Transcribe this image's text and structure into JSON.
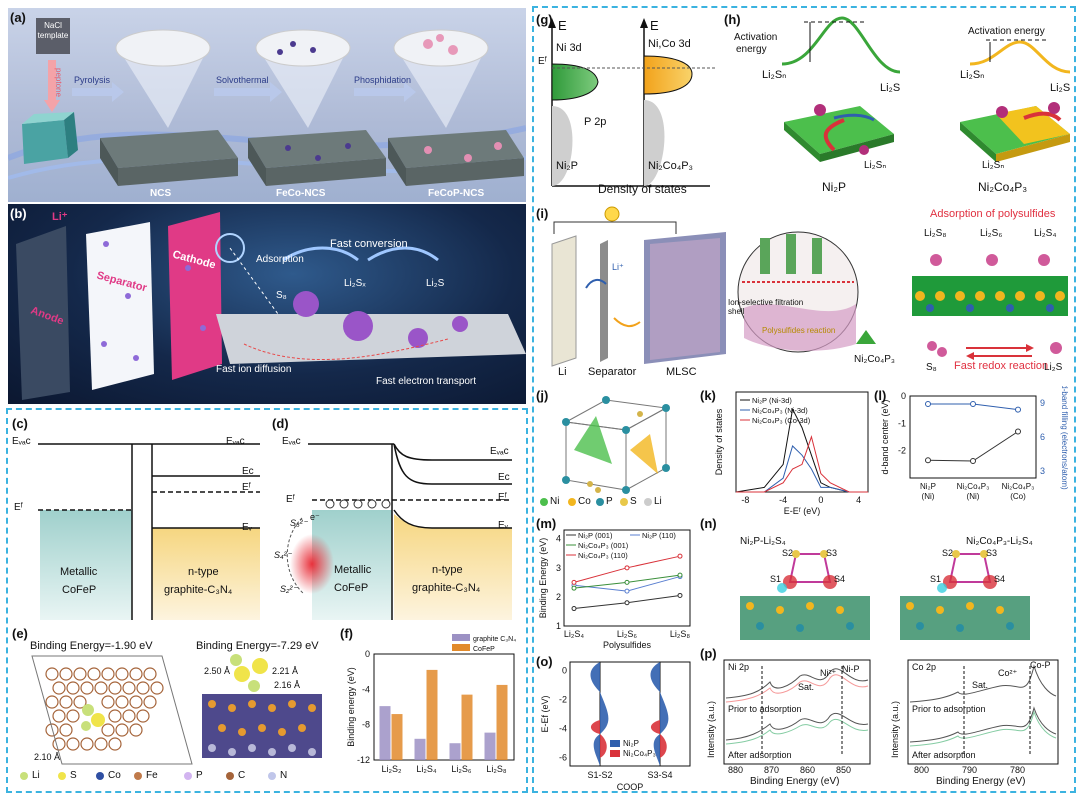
{
  "panels": {
    "a": {
      "label": "(a)",
      "template": "NaCl template",
      "peptone": "peptone",
      "steps": [
        "Pyrolysis",
        "Solvothermal",
        "Phosphidation"
      ],
      "products": [
        "NCS",
        "FeCo-NCS",
        "FeCoP-NCS"
      ]
    },
    "b": {
      "label": "(b)",
      "li": "Li⁺",
      "separator": "Separator",
      "cathode": "Cathode",
      "anode": "Anode",
      "adsorption": "Adsorption",
      "fast_conversion": "Fast conversion",
      "s8": "S₈",
      "li2sx": "Li₂Sₓ",
      "li2s": "Li₂S",
      "ion": "Fast ion diffusion",
      "electron": "Fast electron transport"
    },
    "c": {
      "label": "(c)",
      "evac_l": "Eᵥₐᴄ",
      "evac_r": "Eᵥₐᴄ",
      "ec": "Eᴄ",
      "ef_r": "Eᶠ",
      "ef_l": "Eᶠ",
      "ev": "Eᵥ",
      "metal": "Metallic",
      "metal2": "CoFeP",
      "ntype": "n-type",
      "ntype2": "graphite-C₃N₄"
    },
    "d": {
      "label": "(d)",
      "evac_l": "Eᵥₐᴄ",
      "evac_r": "Eᵥₐᴄ",
      "ec": "Eᴄ",
      "ef_l": "Eᶠ",
      "ef_r": "Eᶠ",
      "ev": "Eᵥ",
      "e": "e⁻",
      "metal": "Metallic",
      "metal2": "CoFeP",
      "ntype": "n-type",
      "ntype2": "graphite-C₃N₄",
      "s1": "S₆²⁻",
      "s2": "S₄²⁻",
      "s3": "S₂²⁻"
    },
    "e": {
      "label": "(e)",
      "be1": "Binding Energy=-1.90 eV",
      "be2": "Binding Energy=-7.29 eV",
      "d1": "2.10 Å",
      "d2": "2.50 Å",
      "d3": "2.21 Å",
      "d4": "2.16 Å",
      "legend": [
        "Li",
        "S",
        "Co",
        "Fe",
        "P",
        "C",
        "N"
      ]
    },
    "f": {
      "label": "(f)"
    },
    "g": {
      "label": "(g)",
      "e1": "E",
      "e2": "E",
      "ni3d": "Ni 3d",
      "nico3d": "Ni,Co 3d",
      "ef": "Eᶠ",
      "p2p": "P 2p",
      "ni2p": "Ni₂P",
      "nico": "Ni₂Co₄P₃",
      "dos": "Density of states"
    },
    "h": {
      "label": "(h)",
      "act1": "Activation",
      "act1b": "energy",
      "act2": "Activation energy",
      "li2sn1": "Li₂Sₙ",
      "li2s1": "Li₂S",
      "li2sn2": "Li₂Sₙ",
      "li2s2": "Li₂S",
      "li2sn3": "Li₂Sₙ",
      "li2sn4": "Li₂Sₙ",
      "cap1": "Ni₂P",
      "cap2": "Ni₂Co₄P₃"
    },
    "i": {
      "label": "(i)",
      "li": "Li",
      "sep": "Separator",
      "mlsc": "MLSC",
      "li_plus": "Li⁺",
      "shell": "Ion-selective filtration shell",
      "poly": "Polysulfides reaction",
      "cat": "Ni₂Co₄P₃",
      "ads_title": "Adsorption of polysulfides",
      "s8": "Li₂S₈",
      "s6": "Li₂S₆",
      "s4": "Li₂S₄",
      "s8b": "S₈",
      "redox": "Fast redox reaction",
      "li2s": "Li₂S"
    },
    "j": {
      "label": "(j)",
      "legend": [
        "Ni",
        "Co",
        "P",
        "S",
        "Li"
      ]
    },
    "k": {
      "label": "(k)"
    },
    "l": {
      "label": "(l)"
    },
    "m": {
      "label": "(m)"
    },
    "n": {
      "label": "(n)",
      "t1": "Ni₂P-Li₂S₄",
      "t2": "Ni₂Co₄P₃-Li₂S₄",
      "s": [
        "S2",
        "S3",
        "S1",
        "S4"
      ]
    },
    "o": {
      "label": "(o)"
    },
    "p": {
      "label": "(p)",
      "ni": "Ni 2p",
      "co": "Co 2p",
      "sat": "Sat.",
      "ni2": "Ni²⁺",
      "nip": "Ni-P",
      "co2": "Co²⁺",
      "cop": "Co-P",
      "prior": "Prior to adsorption",
      "after": "After adsorption",
      "ylabel": "Intensity (a.u.)",
      "xlabel": "Binding Energy (eV)",
      "ticks_ni": [
        "880",
        "870",
        "860",
        "850"
      ],
      "ticks_co": [
        "800",
        "790",
        "780"
      ]
    }
  },
  "chart_data": [
    {
      "id": "f",
      "type": "bar",
      "categories": [
        "Li₂S₂",
        "Li₂S₄",
        "Li₂S₆",
        "Li₂S₈"
      ],
      "series": [
        {
          "name": "graphite C₃N₄",
          "values": [
            -6.1,
            -2.4,
            -1.9,
            -3.1
          ]
        },
        {
          "name": "CoFeP",
          "values": [
            -5.2,
            -10.2,
            -7.4,
            -8.5
          ]
        }
      ],
      "ylabel": "Binding energy (eV)",
      "ylim": [
        0,
        -12
      ],
      "yticks": [
        "0",
        "-4",
        "-8",
        "-12"
      ]
    },
    {
      "id": "k",
      "type": "line",
      "xlabel": "E-Eᶠ (eV)",
      "ylabel": "Density of states",
      "xticks": [
        "-8",
        "-4",
        "0",
        "4"
      ],
      "xlim": [
        -9,
        5
      ],
      "series": [
        {
          "name": "Ni₂P (Ni-3d)"
        },
        {
          "name": "Ni₂Co₄P₃ (Ni-3d)"
        },
        {
          "name": "Ni₂Co₄P₃ (Co-3d)"
        }
      ]
    },
    {
      "id": "l",
      "type": "line",
      "categories": [
        "Ni₂P (Ni)",
        "Ni₂Co₄P₃ (Ni)",
        "Ni₂Co₄P₃ (Co)"
      ],
      "series": [
        {
          "name": "d-band center (eV)",
          "values": [
            -2.35,
            -2.38,
            -1.3
          ]
        },
        {
          "name": "d-band filling (electrons/atom)",
          "values": [
            8.9,
            8.9,
            8.4
          ]
        }
      ],
      "ylabel": "d-band center (eV)",
      "y2label": "d-band filling (electrons/atom)",
      "yticks": [
        "0",
        "-1",
        "-2"
      ],
      "y2ticks": [
        "9",
        "6",
        "3"
      ]
    },
    {
      "id": "m",
      "type": "line",
      "categories": [
        "Li₂S₄",
        "Li₂S₆",
        "Li₂S₈"
      ],
      "xlabel": "Polysulfides",
      "ylabel": "Binding Energy (eV)",
      "yticks": [
        "1",
        "2",
        "3",
        "4"
      ],
      "ylim": [
        1,
        4.3
      ],
      "series": [
        {
          "name": "Ni₂P (001)",
          "values": [
            1.6,
            1.8,
            2.05
          ]
        },
        {
          "name": "Ni₂P (110)",
          "values": [
            2.4,
            2.2,
            2.7
          ]
        },
        {
          "name": "Ni₂Co₄P₃ (001)",
          "values": [
            2.3,
            2.5,
            2.75
          ]
        },
        {
          "name": "Ni₂Co₄P₃ (110)",
          "values": [
            2.5,
            3.0,
            3.4
          ]
        }
      ]
    },
    {
      "id": "o",
      "type": "area",
      "xlabel": "COOP",
      "ylabel": "E-Ef (eV)",
      "categories": [
        "S1-S2",
        "S3-S4"
      ],
      "yticks": [
        "0",
        "-2",
        "-4",
        "-6"
      ],
      "series": [
        {
          "name": "Ni₂P"
        },
        {
          "name": "Ni₂Co₄P₃"
        }
      ]
    }
  ],
  "colors": {
    "dash": "#3bb3e0",
    "purple": "#9c91c4",
    "orange": "#e28a2b",
    "green": "#3a8f3a",
    "red": "#d9323a",
    "blue": "#2f5fae",
    "yellow": "#f5c518",
    "teal": "#8ccbc7"
  }
}
